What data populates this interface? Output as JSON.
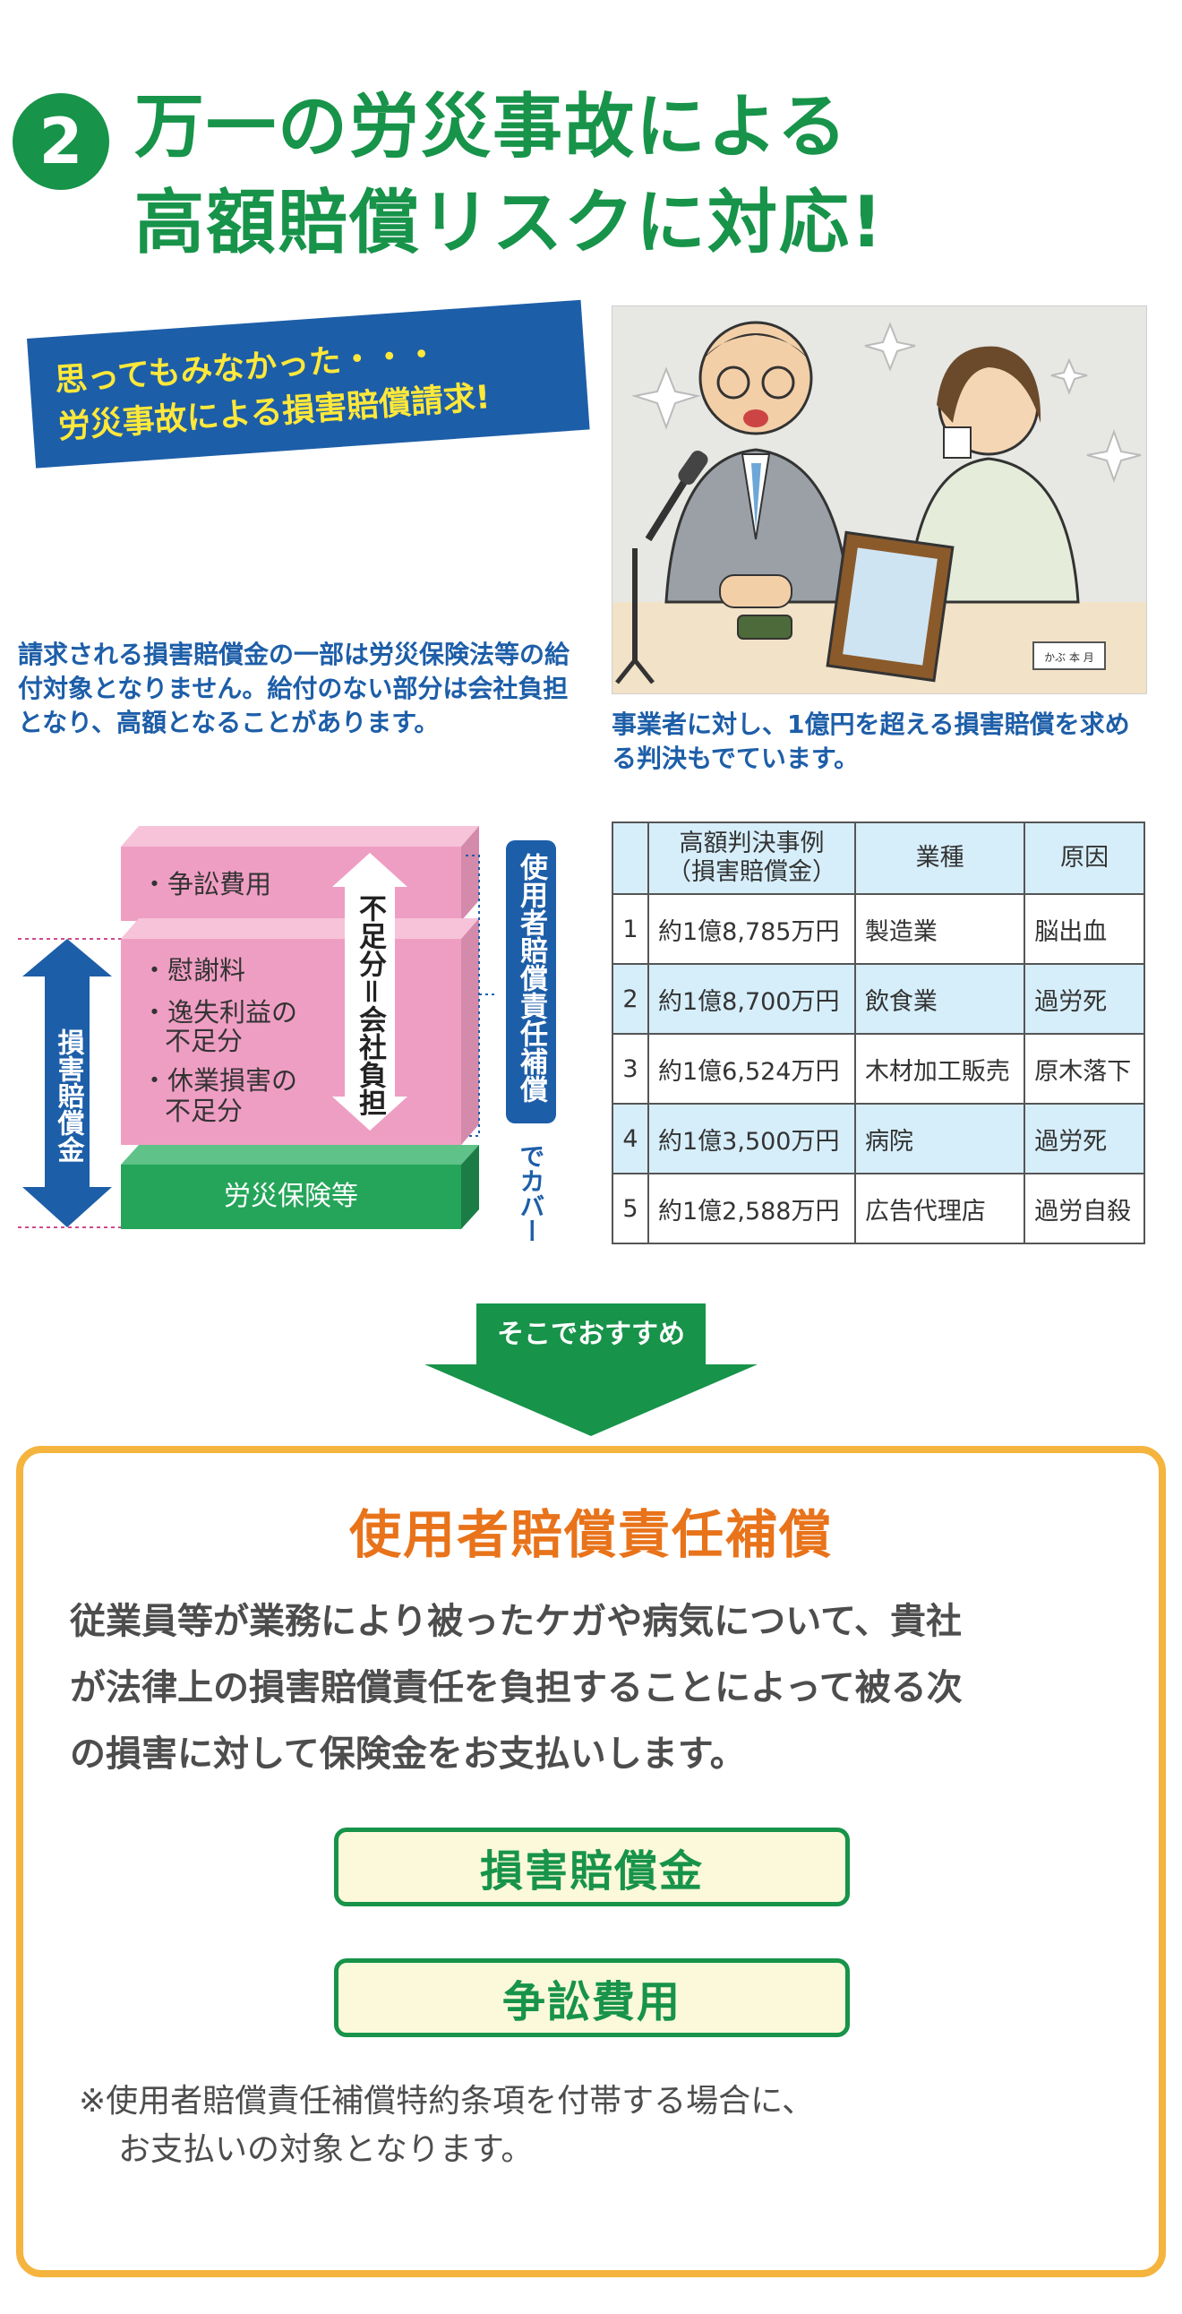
{
  "heading": {
    "number": "2",
    "line1": "万一の労災事故による",
    "line2": "高額賠償リスクに対応!"
  },
  "banner": {
    "line1": "思ってもみなかった・・・",
    "line2": "労災事故による損害賠償請求!"
  },
  "illustration": {
    "nameplate": "かぶ 本 月"
  },
  "left_note": "請求される損害賠償金の一部は労災保険法等の給付対象となりません。給付のない部分は会社負担となり、高額となることがあります。",
  "right_note": "事業者に対し、1億円を超える損害賠償を求める判決もでています。",
  "diagram": {
    "top_block": "・争訟費用",
    "mid_items": [
      "・慰謝料",
      "・逸失利益の",
      "不足分",
      "・休業損害の",
      "不足分"
    ],
    "shortfall_label": "不足分＝会社負担",
    "bottom_block": "労災保険等",
    "left_arrow_label": "損害賠償金",
    "coverage_label": "使用者賠償責任補償",
    "coverage_suffix": "でカバー",
    "colors": {
      "pink": "#ef9ec3",
      "green": "#25a55a",
      "blue": "#1d5ea8"
    }
  },
  "table": {
    "headers": [
      "",
      "高額判決事例\n（損害賠償金）",
      "業種",
      "原因"
    ],
    "header_line1": "高額判決事例",
    "header_line2": "（損害賠償金）",
    "rows": [
      {
        "no": "1",
        "amount": "約1億8,785万円",
        "industry": "製造業",
        "cause": "脳出血"
      },
      {
        "no": "2",
        "amount": "約1億8,700万円",
        "industry": "飲食業",
        "cause": "過労死"
      },
      {
        "no": "3",
        "amount": "約1億6,524万円",
        "industry": "木材加工販売",
        "cause": "原木落下"
      },
      {
        "no": "4",
        "amount": "約1億3,500万円",
        "industry": "病院",
        "cause": "過労死"
      },
      {
        "no": "5",
        "amount": "約1億2,588万円",
        "industry": "広告代理店",
        "cause": "過労自殺"
      }
    ]
  },
  "arrow_label": "そこでおすすめ",
  "recommend": {
    "title": "使用者賠償責任補償",
    "desc_line1": "従業員等が業務により被ったケガや病気について、貴社",
    "desc_line2": "が法律上の損害賠償責任を負担することによって被る次",
    "desc_line3": "の損害に対して保険金をお支払いします。",
    "button1": "損害賠償金",
    "button2": "争訟費用",
    "note_line1": "※使用者賠償責任補償特約条項を付帯する場合に、",
    "note_line2": "お支払いの対象となります。"
  }
}
